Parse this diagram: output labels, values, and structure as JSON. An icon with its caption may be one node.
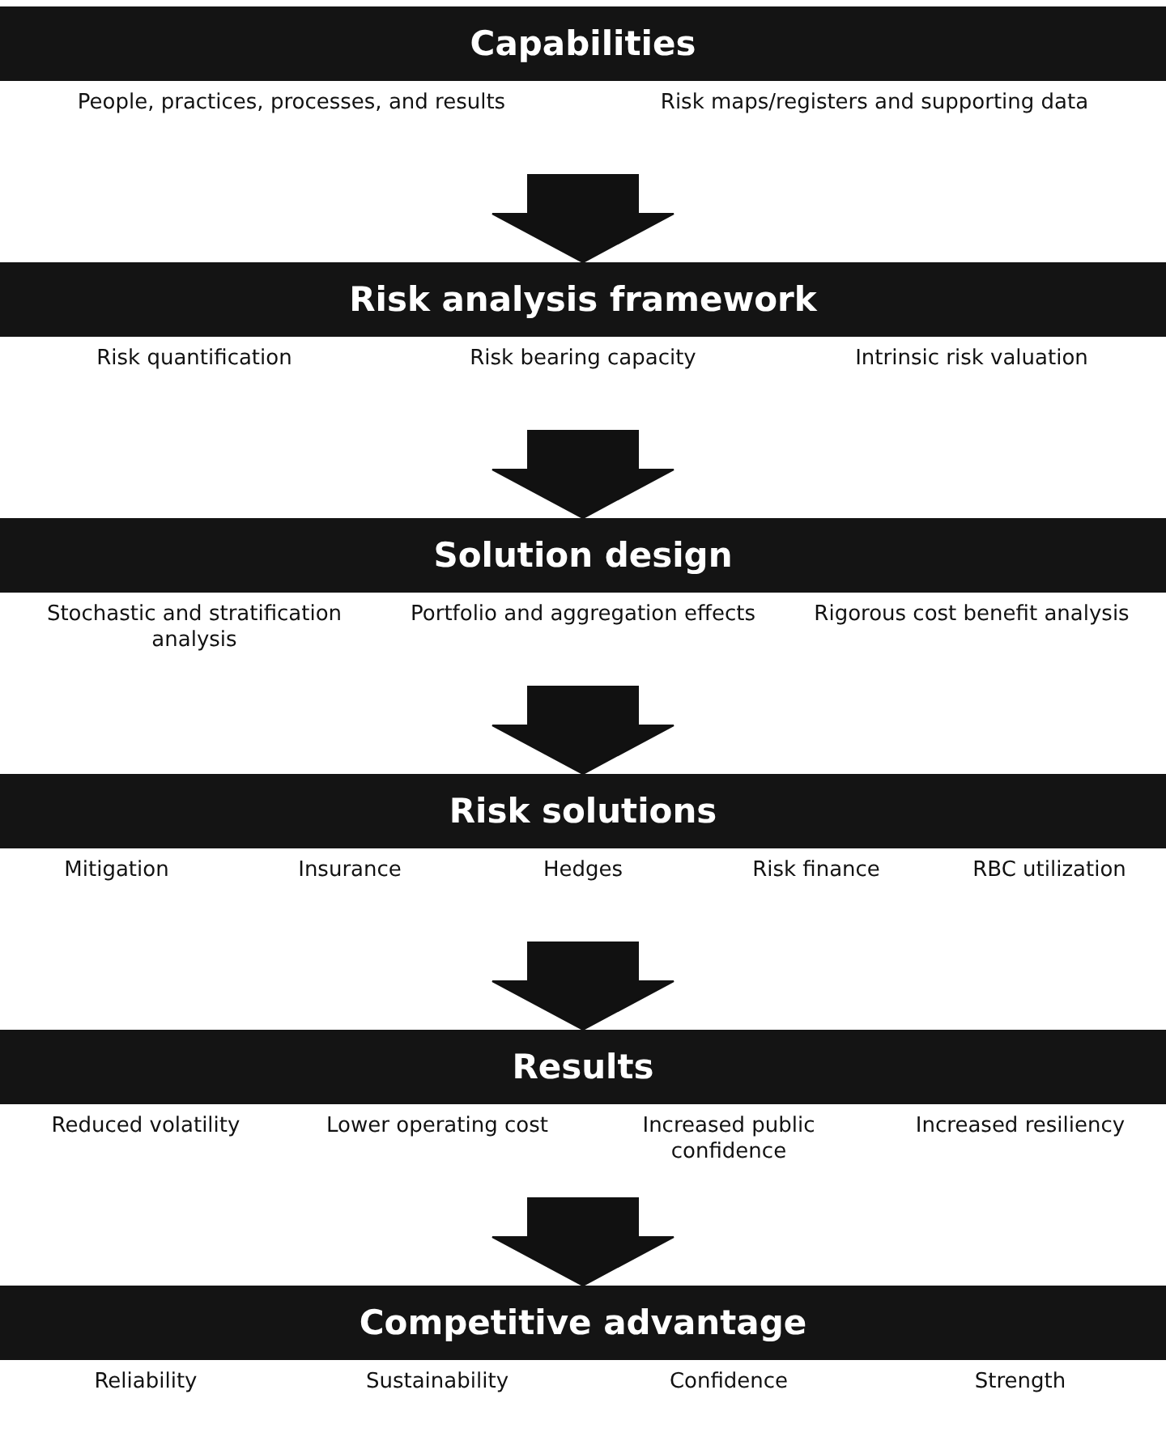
{
  "diagram": {
    "nodes": [
      {
        "text": [
          "Capabilities"
        ],
        "beside": [
          "People, practices, processes, and results",
          "Risk maps/registers and supporting data"
        ]
      },
      {
        "text": [
          "Risk analysis framework"
        ],
        "beside": [
          "Risk quantification",
          "Risk bearing capacity",
          "Intrinsic risk valuation"
        ]
      },
      {
        "text": [
          "Solution design"
        ],
        "beside": [
          "Stochastic and stratification analysis",
          "Portfolio and aggregation effects",
          "Rigorous cost benefit analysis"
        ]
      },
      {
        "text": [
          "Risk solutions"
        ],
        "beside": [
          "Mitigation",
          "Insurance",
          "Hedges",
          "Risk finance",
          "RBC utilization"
        ]
      },
      {
        "text": [
          "Results"
        ],
        "beside": [
          "Reduced volatility",
          "Lower operating cost",
          "Increased public confidence",
          "Increased resiliency"
        ]
      },
      {
        "text": [
          "Competitive advantage"
        ],
        "beside": [
          "Reliability",
          "Sustainability",
          "Confidence",
          "Strength"
        ]
      }
    ],
    "edges": [
      {
        "from": 0,
        "to": 1,
        "arrow": "to"
      },
      {
        "from": 1,
        "to": 2,
        "arrow": "to"
      },
      {
        "from": 2,
        "to": 3,
        "arrow": "to"
      },
      {
        "from": 3,
        "to": 4,
        "arrow": "to"
      },
      {
        "from": 4,
        "to": 5,
        "arrow": "to"
      }
    ]
  }
}
